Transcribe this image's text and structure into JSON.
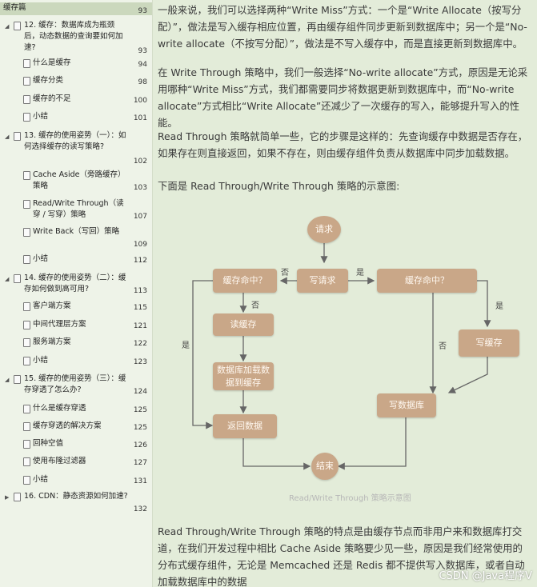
{
  "toc": {
    "items": [
      {
        "label": "缓存篇",
        "page": "93",
        "level": 0,
        "selected": true
      },
      {
        "label": "12. 缓存：数据库成为瓶颈后，动态数据的查询要如何加速?",
        "page": "93",
        "level": 1,
        "expand": true
      },
      {
        "label": "什么是缓存",
        "page": "94",
        "level": 2
      },
      {
        "label": "缓存分类",
        "page": "98",
        "level": 2
      },
      {
        "label": "缓存的不足",
        "page": "100",
        "level": 2
      },
      {
        "label": "小结",
        "page": "101",
        "level": 2
      },
      {
        "label": "13. 缓存的使用姿势（一）：如何选择缓存的读写策略?",
        "page": "102",
        "level": 1,
        "expand": true
      },
      {
        "label": "Cache Aside（旁路缓存）策略",
        "page": "103",
        "level": 2
      },
      {
        "label": "Read/Write Through（读穿 / 写穿）策略",
        "page": "107",
        "level": 2
      },
      {
        "label": "Write Back（写回）策略",
        "page": "109",
        "level": 2
      },
      {
        "label": "小结",
        "page": "112",
        "level": 2
      },
      {
        "label": "14. 缓存的使用姿势（二）：缓存如何做到高可用?",
        "page": "113",
        "level": 1,
        "expand": true
      },
      {
        "label": "客户端方案",
        "page": "115",
        "level": 2
      },
      {
        "label": "中间代理层方案",
        "page": "121",
        "level": 2
      },
      {
        "label": "服务端方案",
        "page": "122",
        "level": 2
      },
      {
        "label": "小结",
        "page": "123",
        "level": 2
      },
      {
        "label": "15. 缓存的使用姿势（三）：缓存穿透了怎么办?",
        "page": "124",
        "level": 1,
        "expand": true
      },
      {
        "label": "什么是缓存穿透",
        "page": "125",
        "level": 2
      },
      {
        "label": "缓存穿透的解决方案",
        "page": "125",
        "level": 2
      },
      {
        "label": "回种空值",
        "page": "126",
        "level": 2
      },
      {
        "label": "使用布隆过滤器",
        "page": "127",
        "level": 2
      },
      {
        "label": "小结",
        "page": "131",
        "level": 2
      },
      {
        "label": "16. CDN：静态资源如何加速?",
        "page": "132",
        "level": 1,
        "expand": false
      }
    ]
  },
  "content": {
    "p1": "一般来说，我们可以选择两种“Write Miss”方式：一个是“Write Allocate（按写分配）”，做法是写入缓存相应位置，再由缓存组件同步更新到数据库中；另一个是“No-write allocate（不按写分配）”，做法是不写入缓存中，而是直接更新到数据库中。",
    "p2": "在 Write Through 策略中，我们一般选择“No-write allocate”方式，原因是无论采用哪种“Write Miss”方式，我们都需要同步将数据更新到数据库中，而“No-write allocate”方式相比“Write Allocate”还减少了一次缓存的写入，能够提升写入的性能。",
    "p3": "Read Through 策略就简单一些，它的步骤是这样的：先查询缓存中数据是否存在，如果存在则直接返回，如果不存在，则由缓存组件负责从数据库中同步加载数据。",
    "p4": "下面是 Read Through/Write Through 策略的示意图:",
    "p5": "Read Through/Write Through 策略的特点是由缓存节点而非用户来和数据库打交道，在我们开发过程中相比 Cache Aside 策略要少见一些，原因是我们经常使用的分布式缓存组件，无论是 Memcached 还是 Redis 都不提供写入数据库，或者自动加载数据库中的数据"
  },
  "diagram": {
    "request": "请求",
    "read_req": "写请求",
    "cache_hit_left": "缓存命中？",
    "cache_hit_right": "缓存命中？",
    "read_cache": "读缓存",
    "load_db": "数据库加载数据到缓存",
    "return_data": "返回数据",
    "write_cache": "写缓存",
    "write_db": "写数据库",
    "end": "结束",
    "no": "否",
    "yes": "是",
    "caption": "Read/Write Through 策略示意图"
  },
  "watermark": "CSDN @Java程序V",
  "colors": {
    "node": "#c9a788",
    "sidebar_bg": "#eef3e8",
    "content_bg": "#e3ecd9",
    "selected": "#cbd8bd"
  }
}
